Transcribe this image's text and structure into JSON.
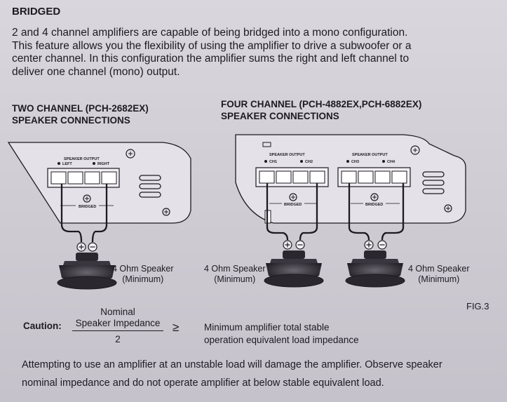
{
  "document": {
    "title": "BRIDGED",
    "intro_lines": [
      "2 and 4 channel amplifiers are capable of being bridged into a mono configuration.",
      "This feature allows you the flexibility of using the amplifier to drive a subwoofer or a",
      "center channel. In this configuration  the amplifier sums the right and left channel to",
      "deliver one channel (mono) output."
    ]
  },
  "two_channel": {
    "heading_line1": "TWO CHANNEL (PCH-2682EX)",
    "heading_line2": "SPEAKER CONNECTIONS",
    "speaker_output_label": "SPEAKER OUTPUT",
    "left_label": "LEFT",
    "right_label": "RIGHT",
    "bridged_label": "BRIDGED",
    "speaker_label_line1": "4 Ohm Speaker",
    "speaker_label_line2": "(Minimum)"
  },
  "four_channel": {
    "heading_line1": "FOUR CHANNEL (PCH-4882EX,PCH-6882EX)",
    "heading_line2": "SPEAKER CONNECTIONS",
    "speaker_output_label": "SPEAKER OUTPUT",
    "ch1_label": "CH1",
    "ch2_label": "CH2",
    "ch3_label": "CH3",
    "ch4_label": "CH4",
    "bridged_label": "BRIDGED",
    "speaker_left_label_line1": "4 Ohm Speaker",
    "speaker_left_label_line2": "(Minimum)",
    "speaker_right_label_line1": "4 Ohm Speaker",
    "speaker_right_label_line2": "(Minimum)"
  },
  "figure_label": "FIG.3",
  "caution": {
    "label": "Caution:",
    "numerator_line1": "Nominal",
    "numerator_line2": "Speaker Impedance",
    "denominator": "2",
    "operator": "≥",
    "result_line1": "Minimum amplifier total stable",
    "result_line2": "operation equivalent load impedance"
  },
  "warning_lines": [
    "Attempting to use an amplifier at an unstable load will damage the amplifier.  Observe speaker",
    "nominal impedance and do not operate amplifier at below stable equivalent load."
  ],
  "colors": {
    "panel_fill": "#e4e1e8",
    "line": "#1d1a22",
    "speaker_dark": "#2a272e"
  }
}
